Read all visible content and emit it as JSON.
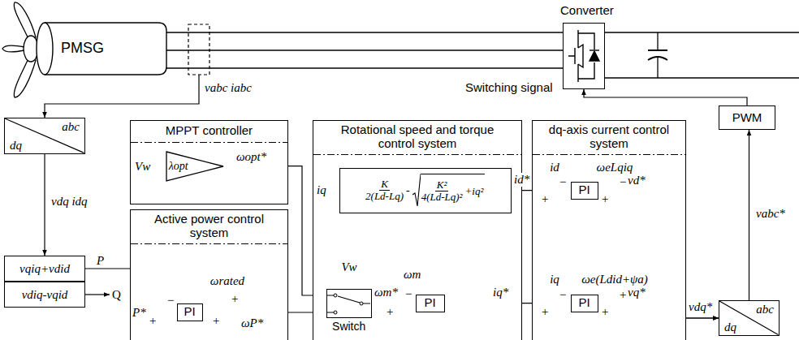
{
  "diagram": {
    "nodes": [
      {
        "text": [
          "PMSG"
        ]
      },
      {
        "text": [
          "Converter"
        ]
      },
      {
        "text": [
          "abc",
          "dq"
        ]
      },
      {
        "text": [
          "MPPT controller"
        ]
      },
      {
        "text": [
          "λopt"
        ],
        "in": 3
      },
      {
        "text": [
          "Rotational speed and torque control system"
        ]
      },
      {
        "text": [
          "K",
          "2(Ld-Lq)",
          "-",
          "K²",
          "4(Ld-Lq)²",
          "+iq²"
        ],
        "in": 5
      },
      {
        "text": [
          "Switch"
        ],
        "in": 5
      },
      {
        "text": [
          "PI"
        ],
        "in": 5
      },
      {
        "text": [
          "dq-axis current control system"
        ]
      },
      {
        "text": [
          "PI"
        ],
        "in": 9
      },
      {
        "text": [
          "PI"
        ],
        "in": 9
      },
      {
        "text": [
          "PWM"
        ]
      },
      {
        "text": [
          "vqiq+vdid"
        ]
      },
      {
        "text": [
          "vdiq-vqid"
        ]
      },
      {
        "text": [
          "Active power control system"
        ]
      },
      {
        "text": [
          "PI"
        ],
        "in": 15
      },
      {
        "text": [
          "abc",
          "dq"
        ]
      }
    ],
    "edges": [
      {
        "from": 0,
        "to": 1,
        "arrow": "none"
      },
      {
        "from": 0,
        "to": 1,
        "arrow": "none"
      },
      {
        "from": 0,
        "to": 1,
        "arrow": "none"
      },
      {
        "from": 2,
        "to": 13,
        "label": "vdq idq",
        "arrow": "to"
      },
      {
        "from": 13,
        "to": 16,
        "label": "P",
        "arrow": "to"
      },
      {
        "from": 4,
        "to": 7,
        "label": "ωopt*",
        "arrow": "to"
      },
      {
        "from": 16,
        "to": 7,
        "label": "ωP*",
        "arrow": "to"
      },
      {
        "from": 7,
        "to": 8,
        "label": "ωm*",
        "arrow": "to"
      },
      {
        "from": 6,
        "to": 10,
        "label": "id*",
        "arrow": "to"
      },
      {
        "from": 8,
        "to": 11,
        "label": "iq*",
        "arrow": "to"
      },
      {
        "from": 10,
        "to": 17,
        "label": "vd*",
        "arrow": "to"
      },
      {
        "from": 11,
        "to": 17,
        "label": "vq*",
        "arrow": "to"
      },
      {
        "from": 17,
        "to": 12,
        "label": "vabc*",
        "arrow": "to"
      },
      {
        "from": 12,
        "to": 1,
        "label": "Switching signal",
        "arrow": "to"
      }
    ],
    "labels": [
      "vabc iabc",
      "Vw",
      "Q",
      "P*",
      "+",
      "−",
      "ωrated",
      "+",
      "+",
      "iq",
      "Vw",
      "ωm",
      "+",
      "−",
      "id",
      "−",
      "+",
      "ωeLqiq",
      "+",
      "−",
      "iq",
      "−",
      "+",
      "ωe(Ldid+ψa)",
      "+",
      "+",
      "vdq*"
    ]
  }
}
